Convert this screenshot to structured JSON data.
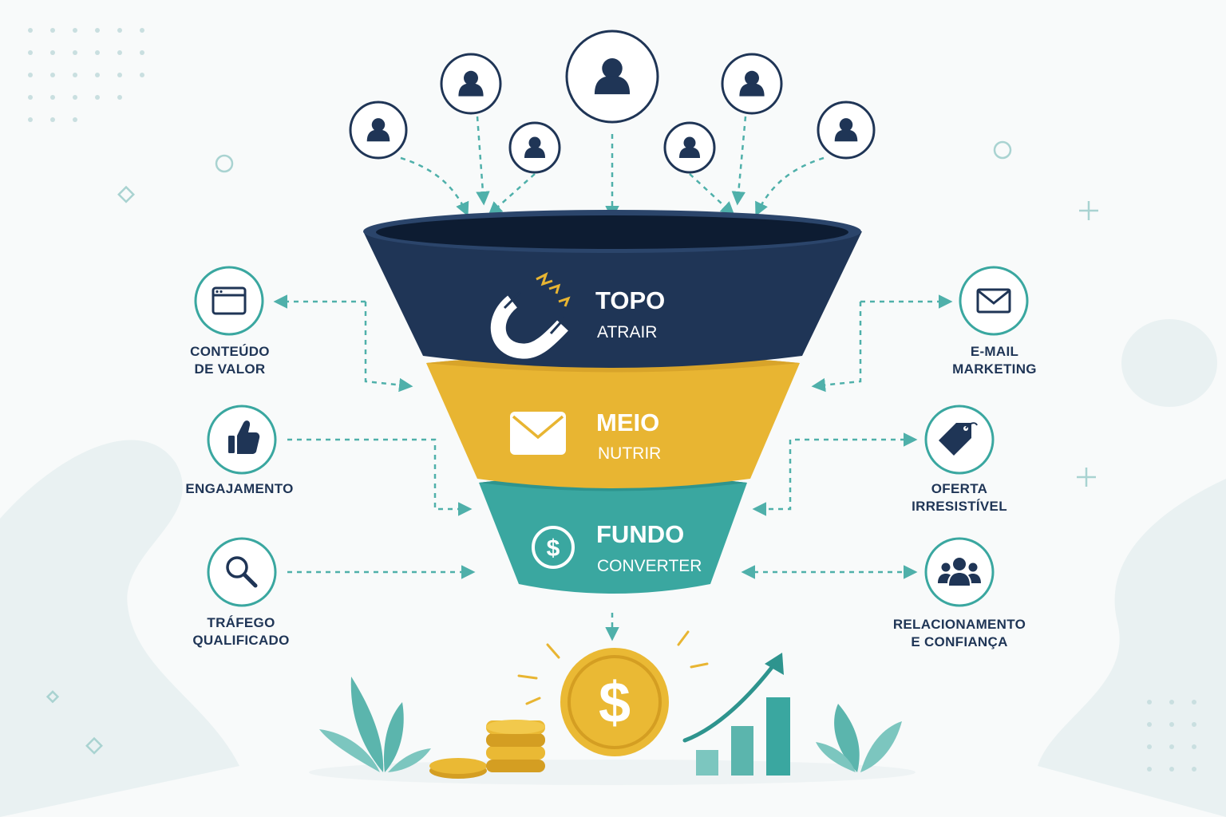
{
  "funnel": {
    "top": {
      "title": "TOPO",
      "subtitle": "ATRAIR"
    },
    "middle": {
      "title": "MEIO",
      "subtitle": "NUTRIR"
    },
    "bottom": {
      "title": "FUNDO",
      "subtitle": "CONVERTER"
    }
  },
  "left_items": [
    {
      "line1": "CONTEÚDO",
      "line2": "DE VALOR",
      "icon": "browser-window-icon"
    },
    {
      "line1": "ENGAJAMENTO",
      "line2": "",
      "icon": "thumbs-up-icon"
    },
    {
      "line1": "TRÁFEGO",
      "line2": "QUALIFICADO",
      "icon": "search-icon"
    }
  ],
  "right_items": [
    {
      "line1": "E-MAIL",
      "line2": "MARKETING",
      "icon": "envelope-icon"
    },
    {
      "line1": "OFERTA",
      "line2": "IRRESISTÍVEL",
      "icon": "price-tag-icon"
    },
    {
      "line1": "RELACIONAMENTO",
      "line2": "E CONFIANÇA",
      "icon": "group-icon"
    }
  ],
  "colors": {
    "navy": "#1f3556",
    "gold": "#e8b532",
    "teal": "#3aa7a0",
    "arrow": "#4fb0aa",
    "background": "#f8fafa"
  }
}
